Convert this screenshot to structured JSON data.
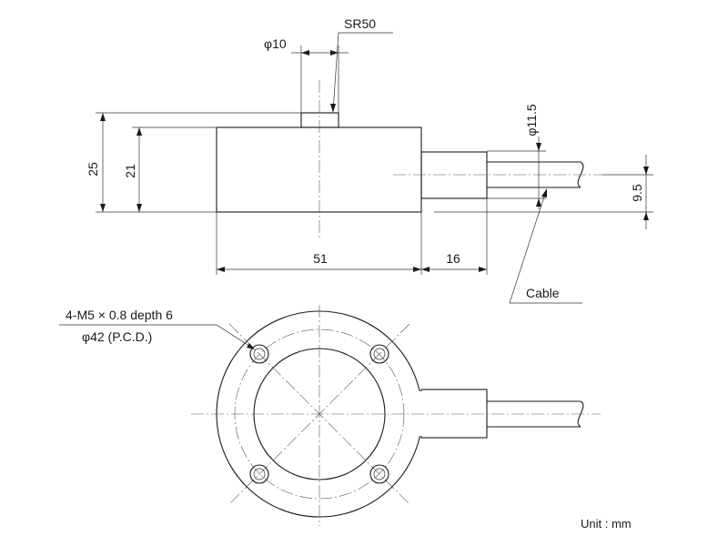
{
  "dimensions": {
    "phi10": "φ10",
    "sr50": "SR50",
    "d25": "25",
    "d21": "21",
    "d51": "51",
    "d16": "16",
    "phi11_5": "φ11.5",
    "d9_5": "9.5",
    "cable": "Cable",
    "thread_spec": "4-M5 × 0.8 depth 6",
    "pcd": "φ42 (P.C.D.)"
  },
  "unit": "Unit : mm"
}
